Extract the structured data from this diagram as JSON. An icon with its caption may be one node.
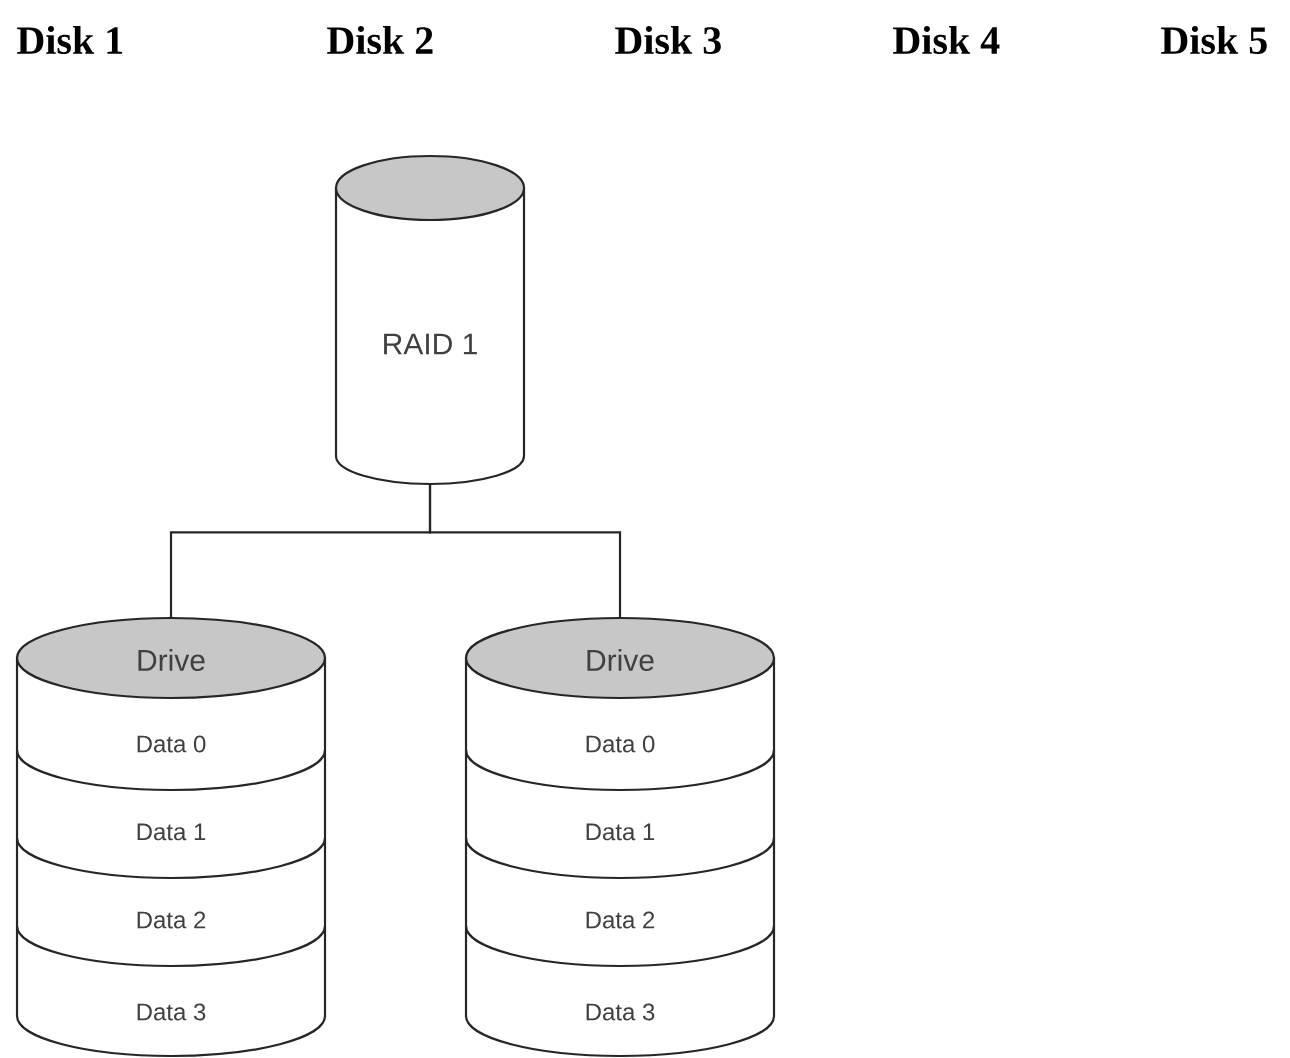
{
  "diagram": {
    "nodes": [
      {
        "text": [
          "RAID 1"
        ]
      },
      {
        "text": [
          "Drive",
          "Data 0",
          "Data 1",
          "Data 2",
          "Data 3"
        ]
      },
      {
        "text": [
          "Drive",
          "Data 0",
          "Data 1",
          "Data 2",
          "Data 3"
        ]
      }
    ],
    "edges": [
      {
        "from": 0,
        "to": 1,
        "arrow": "none"
      },
      {
        "from": 0,
        "to": 2,
        "arrow": "none"
      }
    ],
    "labels": [
      "Disk 1",
      "Disk 2",
      "Disk 3",
      "Disk 4",
      "Disk 5"
    ]
  }
}
